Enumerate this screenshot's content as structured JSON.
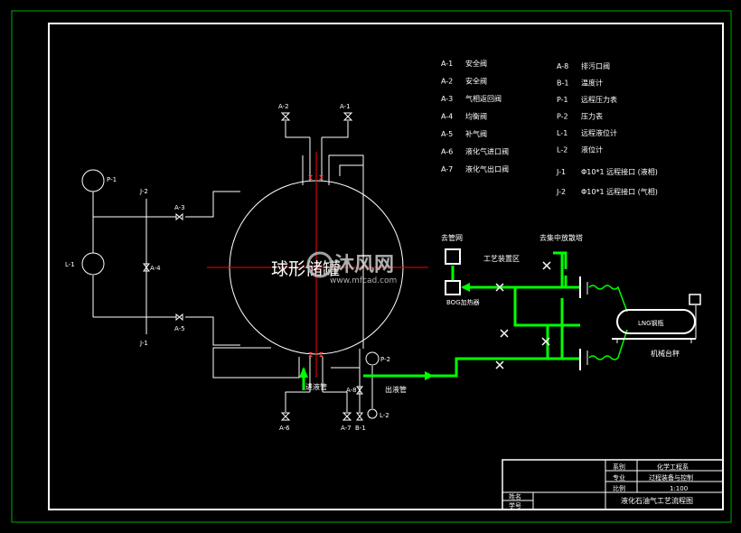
{
  "tank_label": "球形储罐",
  "watermark": {
    "brand": "沐风网",
    "url": "www.mfcad.com"
  },
  "tags": {
    "a2": "A-2",
    "a1": "A-1",
    "a3": "A-3",
    "a4": "A-4",
    "a5": "A-5",
    "a6": "A-6",
    "a7": "A-7",
    "a8": "A-8",
    "b1": "B-1",
    "p1": "P-1",
    "p2": "P-2",
    "l1": "L-1",
    "l2": "L-2",
    "j1": "J-1",
    "j2": "J-2"
  },
  "flow_labels": {
    "inlet": "进液管",
    "outlet": "出液管",
    "gas_network": "去管网",
    "bog_heater": "BOG加热器",
    "process_area": "工艺装置区",
    "vent_tower": "去集中放散塔",
    "lng_tank": "LNG钢瓶",
    "scale": "机械台秤"
  },
  "legend_left": [
    {
      "code": "A-1",
      "desc": "安全阀"
    },
    {
      "code": "A-2",
      "desc": "安全阀"
    },
    {
      "code": "A-3",
      "desc": "气相返回阀"
    },
    {
      "code": "A-4",
      "desc": "均衡阀"
    },
    {
      "code": "A-5",
      "desc": "补气阀"
    },
    {
      "code": "A-6",
      "desc": "液化气进口阀"
    },
    {
      "code": "A-7",
      "desc": "液化气出口阀"
    }
  ],
  "legend_right": [
    {
      "code": "A-8",
      "desc": "排污口阀"
    },
    {
      "code": "B-1",
      "desc": "温度计"
    },
    {
      "code": "P-1",
      "desc": "远程压力表"
    },
    {
      "code": "P-2",
      "desc": "压力表"
    },
    {
      "code": "L-1",
      "desc": "远程液位计"
    },
    {
      "code": "L-2",
      "desc": "液位计"
    },
    {
      "code": "J-1",
      "desc": "Φ10*1   远程接口    (液相)"
    },
    {
      "code": "J-2",
      "desc": "Φ10*1   远程接口    (气相)"
    }
  ],
  "title_block": {
    "dept_label": "系别",
    "dept_value": "化学工程系",
    "major_label": "专业",
    "major_value": "过程装备与控制",
    "ratio_label": "比例",
    "ratio_value": "1:100",
    "name_label": "姓名",
    "id_label": "学号",
    "drawing_title": "液化石油气工艺流程图"
  },
  "colors": {
    "process_line": "#00ff00",
    "centerline": "#ff0000",
    "frame": "#ffffff",
    "border": "#00aa00"
  }
}
